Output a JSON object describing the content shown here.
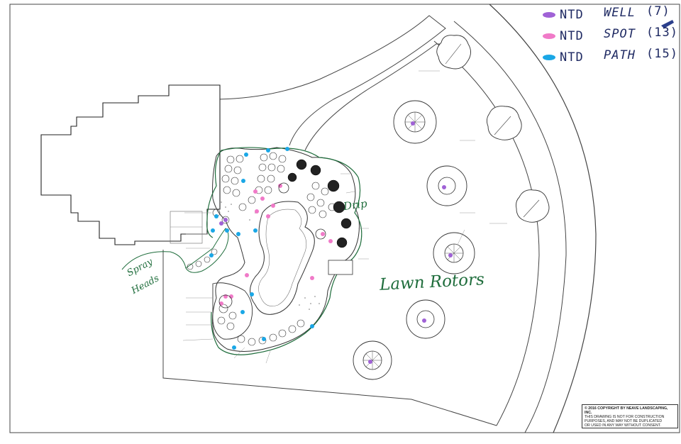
{
  "legend": {
    "items": [
      {
        "code": "NTD",
        "name": "WELL",
        "count": "(7)",
        "color": "#a062d6"
      },
      {
        "code": "NTD",
        "name": "SPOT",
        "count": "(13)",
        "color": "#f07ac8"
      },
      {
        "code": "NTD",
        "name": "PATH",
        "count": "(15)",
        "color": "#1aa7e6"
      }
    ]
  },
  "annotations": {
    "lawn": "Lawn Rotors",
    "drip": "Drip",
    "spray1": "Spray",
    "spray2": "Heads"
  },
  "copyright": {
    "line1": "© 2016 COPYRIGHT BY NEAVE LANDSCAPING, INC.",
    "line2": "THIS DRAWING IS NOT FOR CONSTRUCTION",
    "line3": "PURPOSES, AND MAY NOT BE DUPLICATED",
    "line4": "OR USED IN ANY WAY WITHOUT CONSENT."
  },
  "colors": {
    "linework": "#333333",
    "handwriting": "#1f6d3c",
    "legend_ink": "#1f2a63"
  }
}
